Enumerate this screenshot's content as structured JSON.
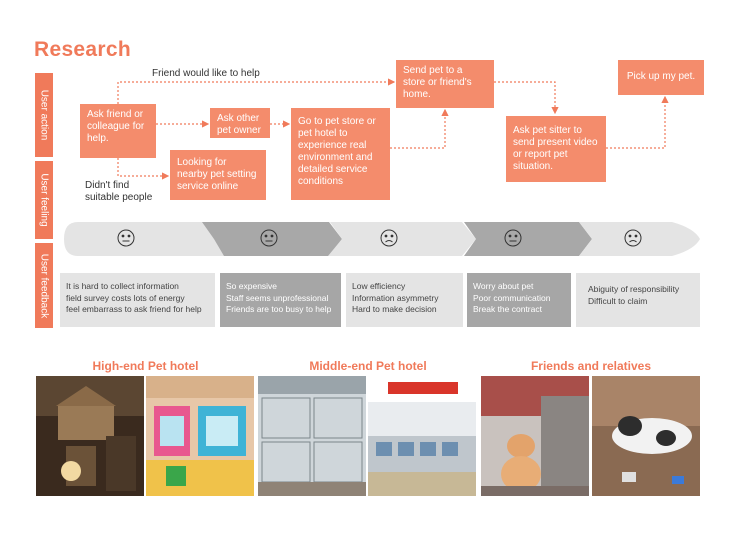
{
  "title": "Research",
  "row_labels": [
    "User action",
    "User feeling",
    "User feedback"
  ],
  "actions": {
    "friend_help": "Friend would like to help",
    "ask_friend": "Ask friend or colleague for help.",
    "ask_owner": "Ask other pet owner",
    "looking": "Looking for nearby pet setting service online",
    "didnt_find": "Didn't find suitable people",
    "go_store": "Go to pet store or pet hotel to experience real environment and detailed service conditions",
    "send_pet": "Send pet to a store or friend's home.",
    "ask_sitter": "Ask pet sitter to send present video or report pet situation.",
    "pickup": "Pick up my pet."
  },
  "feelings": [
    "neutral",
    "neutral",
    "sad",
    "neutral",
    "sad"
  ],
  "feedback": [
    {
      "lines": [
        "It is hard to collect information",
        "field survey costs lots of energy",
        "feel embarrass to ask friend for help"
      ],
      "tone": "light"
    },
    {
      "lines": [
        "So  expensive",
        "Staff seems unprofessional",
        "Friends  are too busy to help"
      ],
      "tone": "dark"
    },
    {
      "lines": [
        "Low efficiency",
        "Information asymmetry",
        "Hard to make decision"
      ],
      "tone": "light"
    },
    {
      "lines": [
        "Worry about pet",
        "Poor communication",
        "Break the contract"
      ],
      "tone": "dark"
    },
    {
      "lines": [
        "Abiguity of responsibility",
        "Difficult to claim"
      ],
      "tone": "light"
    }
  ],
  "photo_sections": [
    {
      "label": "High-end Pet hotel"
    },
    {
      "label": "Middle-end Pet hotel"
    },
    {
      "label": "Friends and relatives"
    }
  ],
  "colors": {
    "accent": "#f07a5a",
    "box": "#f48c6c",
    "band_light": "#e4e4e4",
    "band_dark": "#a8a8a8"
  }
}
